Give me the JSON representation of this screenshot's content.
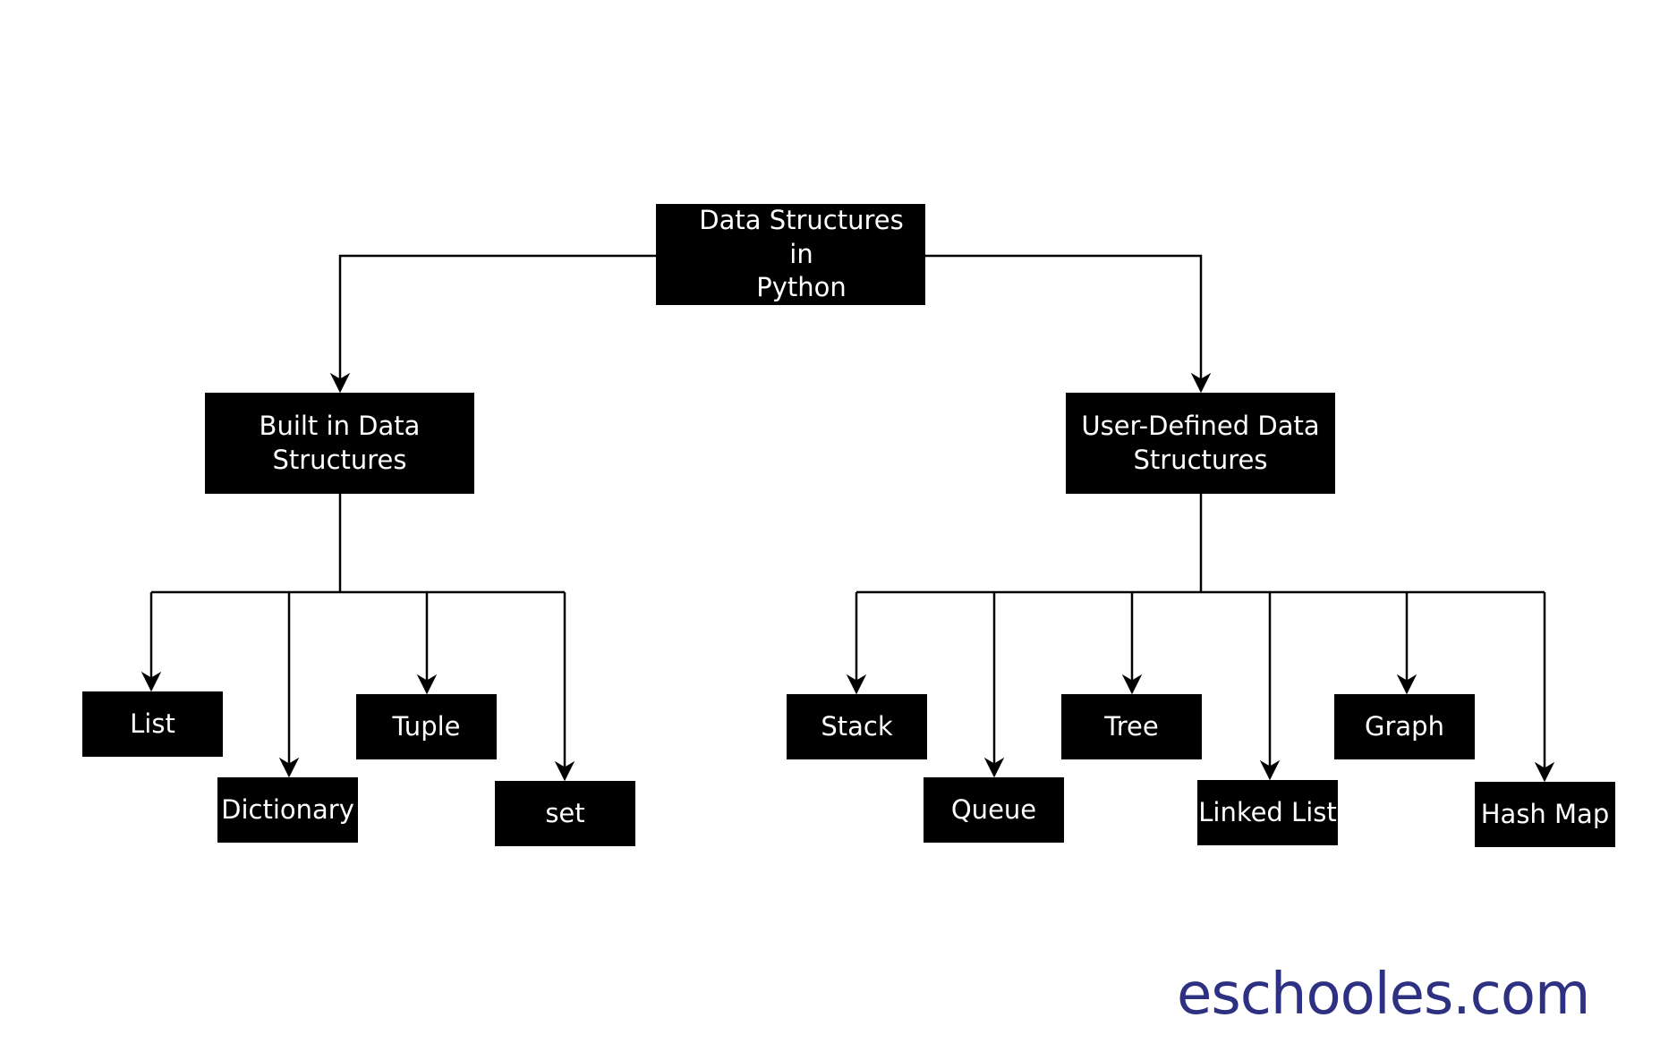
{
  "diagram": {
    "root": {
      "label": "Data Structures in\nPython"
    },
    "categories": [
      {
        "label": "Built in Data\nStructures",
        "children": [
          "List",
          "Dictionary",
          "Tuple",
          "set"
        ]
      },
      {
        "label": "User-Defined Data\nStructures",
        "children": [
          "Stack",
          "Queue",
          "Tree",
          "Linked List",
          "Graph",
          "Hash Map"
        ]
      }
    ]
  },
  "watermark": "eschooles.com",
  "colors": {
    "node_fill": "#000000",
    "node_text": "#ffffff",
    "connector": "#000000",
    "watermark": "#2e3181"
  }
}
